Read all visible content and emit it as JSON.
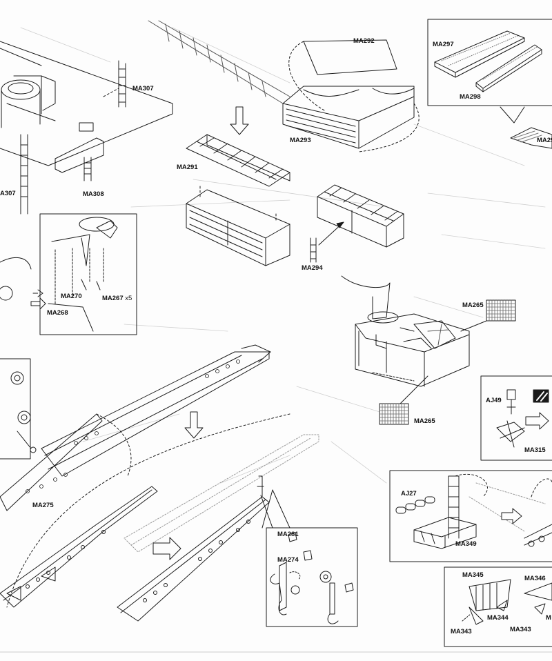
{
  "labels": {
    "ma307_a": "MA307",
    "ma307_b": "A307",
    "ma308": "MA308",
    "ma291": "MA291",
    "ma292": "MA292",
    "ma293": "MA293",
    "ma294": "MA294",
    "ma297": "MA297",
    "ma298": "MA298",
    "ma29x": "MA29",
    "ma265_a": "MA265",
    "ma265_b": "MA265",
    "ma270": "MA270",
    "ma267": "MA267",
    "ma267_qty": "x5",
    "ma268": "MA268",
    "aj49": "AJ49",
    "ma315": "MA315",
    "ma275": "MA275",
    "aj27": "AJ27",
    "ma349": "MA349",
    "ma281": "MA281",
    "ma274": "MA274",
    "ma345": "MA345",
    "ma346": "MA346",
    "ma344": "MA344",
    "ma343_a": "MA343",
    "ma343_b": "MA343",
    "ma34x": "M"
  },
  "colors": {
    "ink": "#1a1a1a",
    "paper": "#fdfdfd",
    "faint": "#c8c8c8"
  }
}
